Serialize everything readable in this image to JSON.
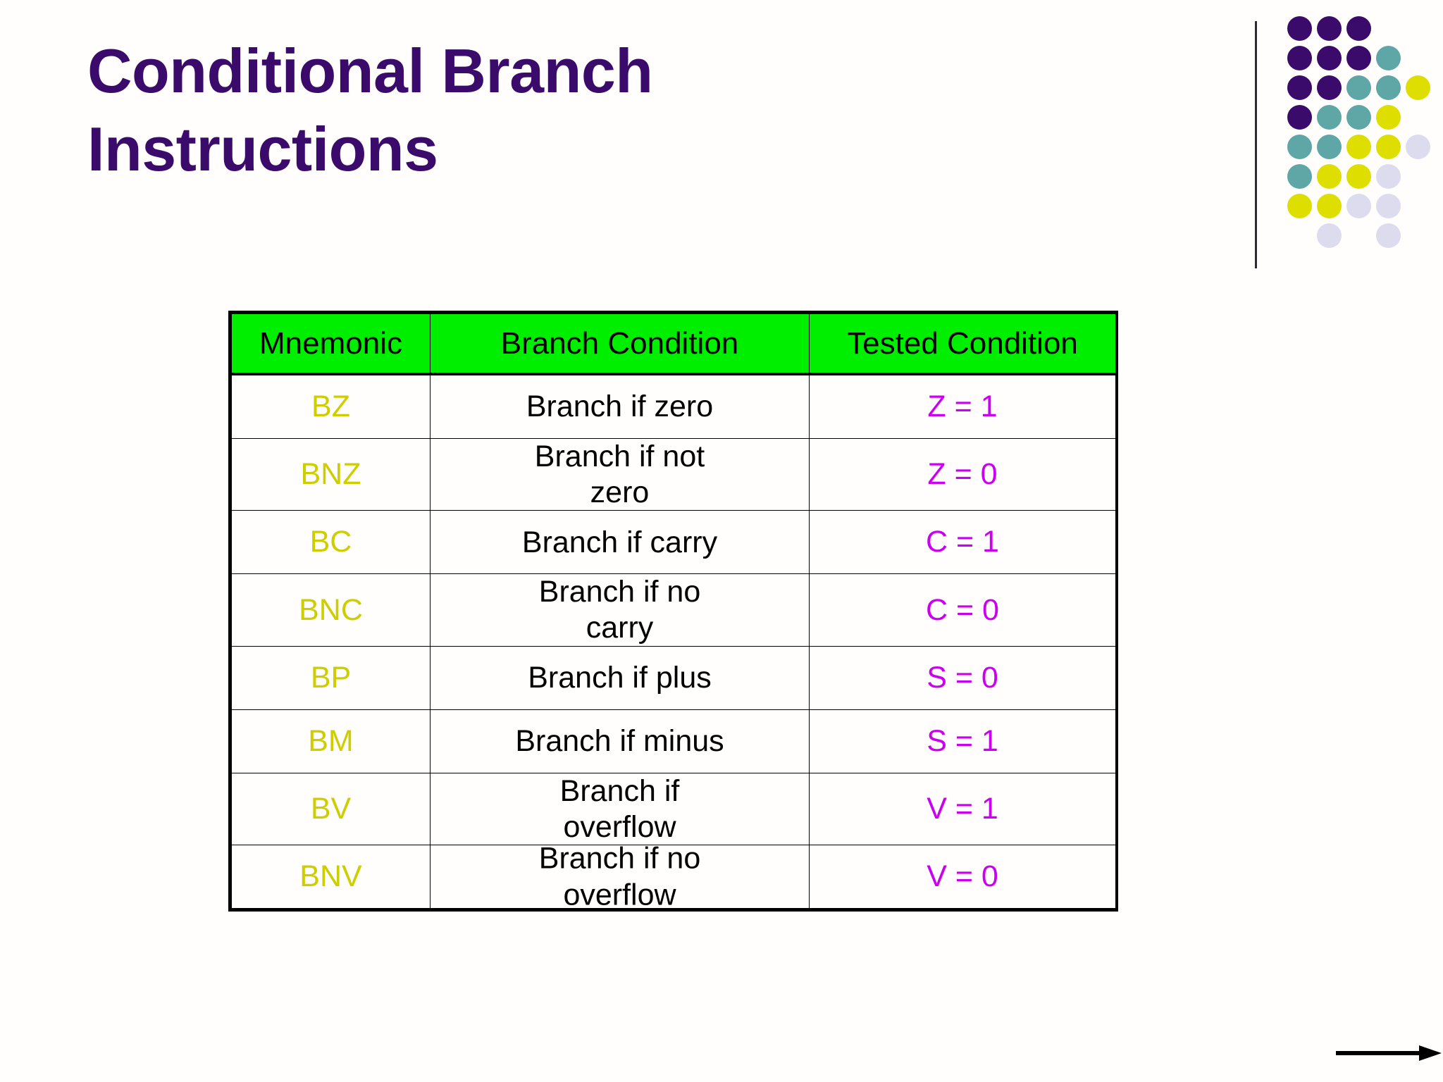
{
  "slide": {
    "title": "Conditional Branch\nInstructions",
    "title_color": "#3a0b6b",
    "background_color": "#fffefd"
  },
  "logo": {
    "name": "decorative-dot-grid",
    "rule_color": "#2b2b33",
    "colors": {
      "purple": "#3a0b6b",
      "teal": "#5fa6a6",
      "yellow": "#dede00",
      "lavender": "#dcdcee"
    },
    "grid": [
      [
        "purple",
        "purple",
        "purple",
        "",
        ""
      ],
      [
        "purple",
        "purple",
        "purple",
        "teal",
        ""
      ],
      [
        "purple",
        "purple",
        "teal",
        "teal",
        "yellow"
      ],
      [
        "purple",
        "teal",
        "teal",
        "yellow",
        ""
      ],
      [
        "teal",
        "teal",
        "yellow",
        "yellow",
        "lavender"
      ],
      [
        "teal",
        "yellow",
        "yellow",
        "lavender",
        ""
      ],
      [
        "yellow",
        "yellow",
        "lavender",
        "lavender",
        ""
      ],
      [
        "",
        "lavender",
        "",
        "lavender",
        ""
      ]
    ]
  },
  "table": {
    "header_bg": "#00ee00",
    "mnemonic_color": "#cdcd00",
    "condition_color": "#000000",
    "tested_color": "#cc00f0",
    "columns": [
      "Mnemonic",
      "Branch Condition",
      "Tested Condition"
    ],
    "rows": [
      {
        "mnemonic": "BZ",
        "condition": "Branch if zero",
        "tested": "Z = 1"
      },
      {
        "mnemonic": "BNZ",
        "condition": "Branch if not zero",
        "tested": "Z = 0"
      },
      {
        "mnemonic": "BC",
        "condition": "Branch if carry",
        "tested": "C = 1"
      },
      {
        "mnemonic": "BNC",
        "condition": "Branch if no carry",
        "tested": "C = 0"
      },
      {
        "mnemonic": "BP",
        "condition": "Branch if plus",
        "tested": "S = 0"
      },
      {
        "mnemonic": "BM",
        "condition": "Branch if minus",
        "tested": "S = 1"
      },
      {
        "mnemonic": "BV",
        "condition": "Branch if overflow",
        "tested": "V = 1"
      },
      {
        "mnemonic": "BNV",
        "condition": "Branch if no overflow",
        "tested": "V = 0"
      }
    ]
  },
  "footer": {
    "arrow_name": "next-arrow",
    "arrow_color": "#000000"
  }
}
